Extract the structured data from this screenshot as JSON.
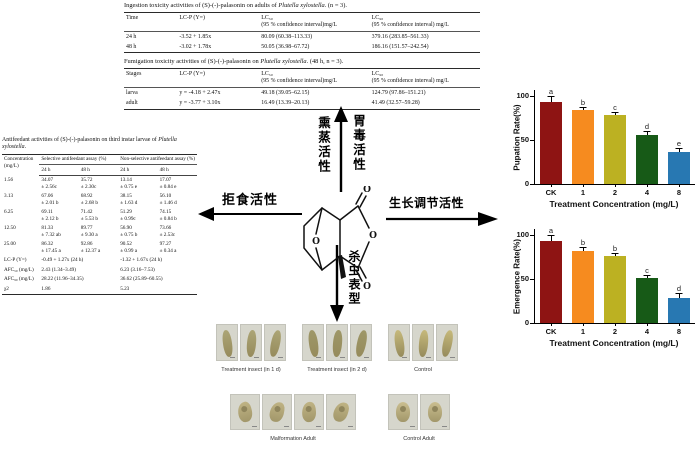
{
  "figure": {
    "top_tables": [
      {
        "title_parts": [
          "Ingestion toxicity activities of (S)-(-)-palasonin on adults of ",
          "Plutella xylostella",
          ". (n = 3)."
        ],
        "headers": [
          [
            "Time"
          ],
          [
            "LC-P (Y=)"
          ],
          [
            "LC₅₀",
            "(95 % confidence interval)mg/L"
          ],
          [
            "LC₉₀",
            "(95 % confidence interval) mg/L"
          ]
        ],
        "rows": [
          [
            "24 h",
            "-3.52 + 1.85x",
            "80.09 (60.38–113.33)",
            "379.16 (283.85–561.33)"
          ],
          [
            "48 h",
            "-3.02 + 1.78x",
            "50.05 (36.98–67.72)",
            "186.16 (151.57–242.54)"
          ]
        ]
      },
      {
        "title_parts": [
          "Fumigation toxicity activities of (S)-(-)-palasonin on ",
          "Plutella xylostella",
          ". (48 h, n = 3)."
        ],
        "headers": [
          [
            "Stages"
          ],
          [
            "LC-P (Y=)"
          ],
          [
            "LC₅₀",
            "(95 % confidence interval)mg/L"
          ],
          [
            "LC₉₀",
            "(95 % confidence interval) mg/L"
          ]
        ],
        "rows": [
          [
            "larva",
            "y = -4.18 + 2.47x",
            "49.18 (39.05–62.15)",
            "124.79 (97.86–151.21)"
          ],
          [
            "adult",
            "y = -3.77 + 3.10x",
            "16.49 (13.39–20.13)",
            "41.49 (32.57–59.28)"
          ]
        ]
      }
    ],
    "antifeedant_table": {
      "title_parts": [
        "Antifeedant activities of (S)-(-)-palasonin on third instar larvae of ",
        "Plutella xylostella",
        "."
      ],
      "col1_header": "Concentration (mg/L)",
      "group_headers": [
        "Selective antifeedant assay (%)",
        "Non-selective antifeedant assay (%)"
      ],
      "sub_headers": [
        "24 h",
        "48 h",
        "24 h",
        "48 h"
      ],
      "data_rows": [
        {
          "label": "1.56",
          "cells": [
            [
              "34.07",
              "± 2.56c"
            ],
            [
              "35.72",
              "± 2.30c"
            ],
            [
              "13.14",
              "± 0.75 e"
            ],
            [
              "17.07",
              "± 0.84 e"
            ]
          ]
        },
        {
          "label": "3.13",
          "cells": [
            [
              "67.06",
              "± 2.01 b"
            ],
            [
              "68.92",
              "± 2.68 b"
            ],
            [
              "38.15",
              "± 1.63 d"
            ],
            [
              "56.10",
              "± 1.46 d"
            ]
          ]
        },
        {
          "label": "6.25",
          "cells": [
            [
              "69.11",
              "± 2.12 b"
            ],
            [
              "71.42",
              "± 5.53 b"
            ],
            [
              "51.29",
              "± 0.99c"
            ],
            [
              "74.15",
              "± 0.84 b"
            ]
          ]
        },
        {
          "label": "12.50",
          "cells": [
            [
              "81.33",
              "± 7.32 ab"
            ],
            [
              "89.77",
              "± 9.30 a"
            ],
            [
              "56.90",
              "± 0.75 b"
            ],
            [
              "73.66",
              "± 2.53c"
            ]
          ]
        },
        {
          "label": "25.00",
          "cells": [
            [
              "86.32",
              "± 17.45 a"
            ],
            [
              "92.86",
              "± 12.37 a"
            ],
            [
              "90.52",
              "± 0.99 a"
            ],
            [
              "97.27",
              "± 0.34 a"
            ]
          ]
        }
      ],
      "summary_rows": [
        {
          "label": "LC-P (Y=)",
          "selective": "-0.49 + 1.27x (24 h)",
          "nonselective": "-1.32 + 1.67x (24 h)"
        },
        {
          "label": "AFC₅₀ (mg/L)",
          "selective": "2.43 (1.34–3.49)",
          "nonselective": "6.23 (3.16–7.53)"
        },
        {
          "label": "AFC₉₀ (mg/L)",
          "selective": "28.22 (11.96–34.35)",
          "nonselective": "36.62 (25.89–60.55)"
        },
        {
          "label": "χ2",
          "selective": "1.86",
          "nonselective": "5.23"
        }
      ]
    },
    "diagram": {
      "up_arrow_left_label": "熏蒸活性",
      "up_arrow_right_label": "胃毒活性",
      "left_arrow_label": "拒食活性",
      "right_arrow_label": "生长调节活性",
      "down_arrow_label": "杀虫表型",
      "molecule_atom_labels": [
        "O",
        "O",
        "O",
        "O"
      ]
    },
    "photos": {
      "row1_groups": [
        {
          "label": "Treatment insect (in 1 d)",
          "count": 3,
          "type": "larva",
          "tint": "#aca576"
        },
        {
          "label": "Treatment insect (in 2 d)",
          "count": 3,
          "type": "larva",
          "tint": "#9e9768"
        },
        {
          "label": "Control",
          "count": 3,
          "type": "larva",
          "tint": "#c6b97b"
        }
      ],
      "row2_groups": [
        {
          "label": "Malformation Adult",
          "count": 4,
          "type": "adult",
          "tint": "#bfb384"
        },
        {
          "label": "Control Adult",
          "count": 2,
          "type": "adult",
          "tint": "#cabe90"
        }
      ]
    }
  },
  "chart_data": [
    {
      "type": "bar",
      "categories": [
        "CK",
        "1",
        "2",
        "4",
        "8"
      ],
      "values": [
        93,
        84,
        79,
        56,
        37
      ],
      "errors": [
        6,
        3,
        2,
        3,
        3
      ],
      "letters": [
        "a",
        "b",
        "c",
        "d",
        "e"
      ],
      "colors": [
        "#8e1413",
        "#f68b1f",
        "#bcb122",
        "#175a17",
        "#2878b2"
      ],
      "ylabel": "Pupation Rate(%)",
      "xlabel": "Treatment Concentration (mg/L)",
      "ylim": [
        0,
        107
      ],
      "yticks": [
        0,
        50,
        100
      ],
      "grid": false,
      "legend": "none"
    },
    {
      "type": "bar",
      "categories": [
        "CK",
        "1",
        "2",
        "4",
        "8"
      ],
      "values": [
        93,
        82,
        76,
        51,
        29
      ],
      "errors": [
        6,
        3,
        2,
        3,
        4
      ],
      "letters": [
        "a",
        "b",
        "b",
        "c",
        "d"
      ],
      "colors": [
        "#8e1413",
        "#f68b1f",
        "#bcb122",
        "#175a17",
        "#2878b2"
      ],
      "ylabel": "Emergence Rate(%)",
      "xlabel": "Treatment Concentration (mg/L)",
      "ylim": [
        0,
        107
      ],
      "yticks": [
        0,
        50,
        100
      ],
      "grid": false,
      "legend": "none"
    }
  ]
}
